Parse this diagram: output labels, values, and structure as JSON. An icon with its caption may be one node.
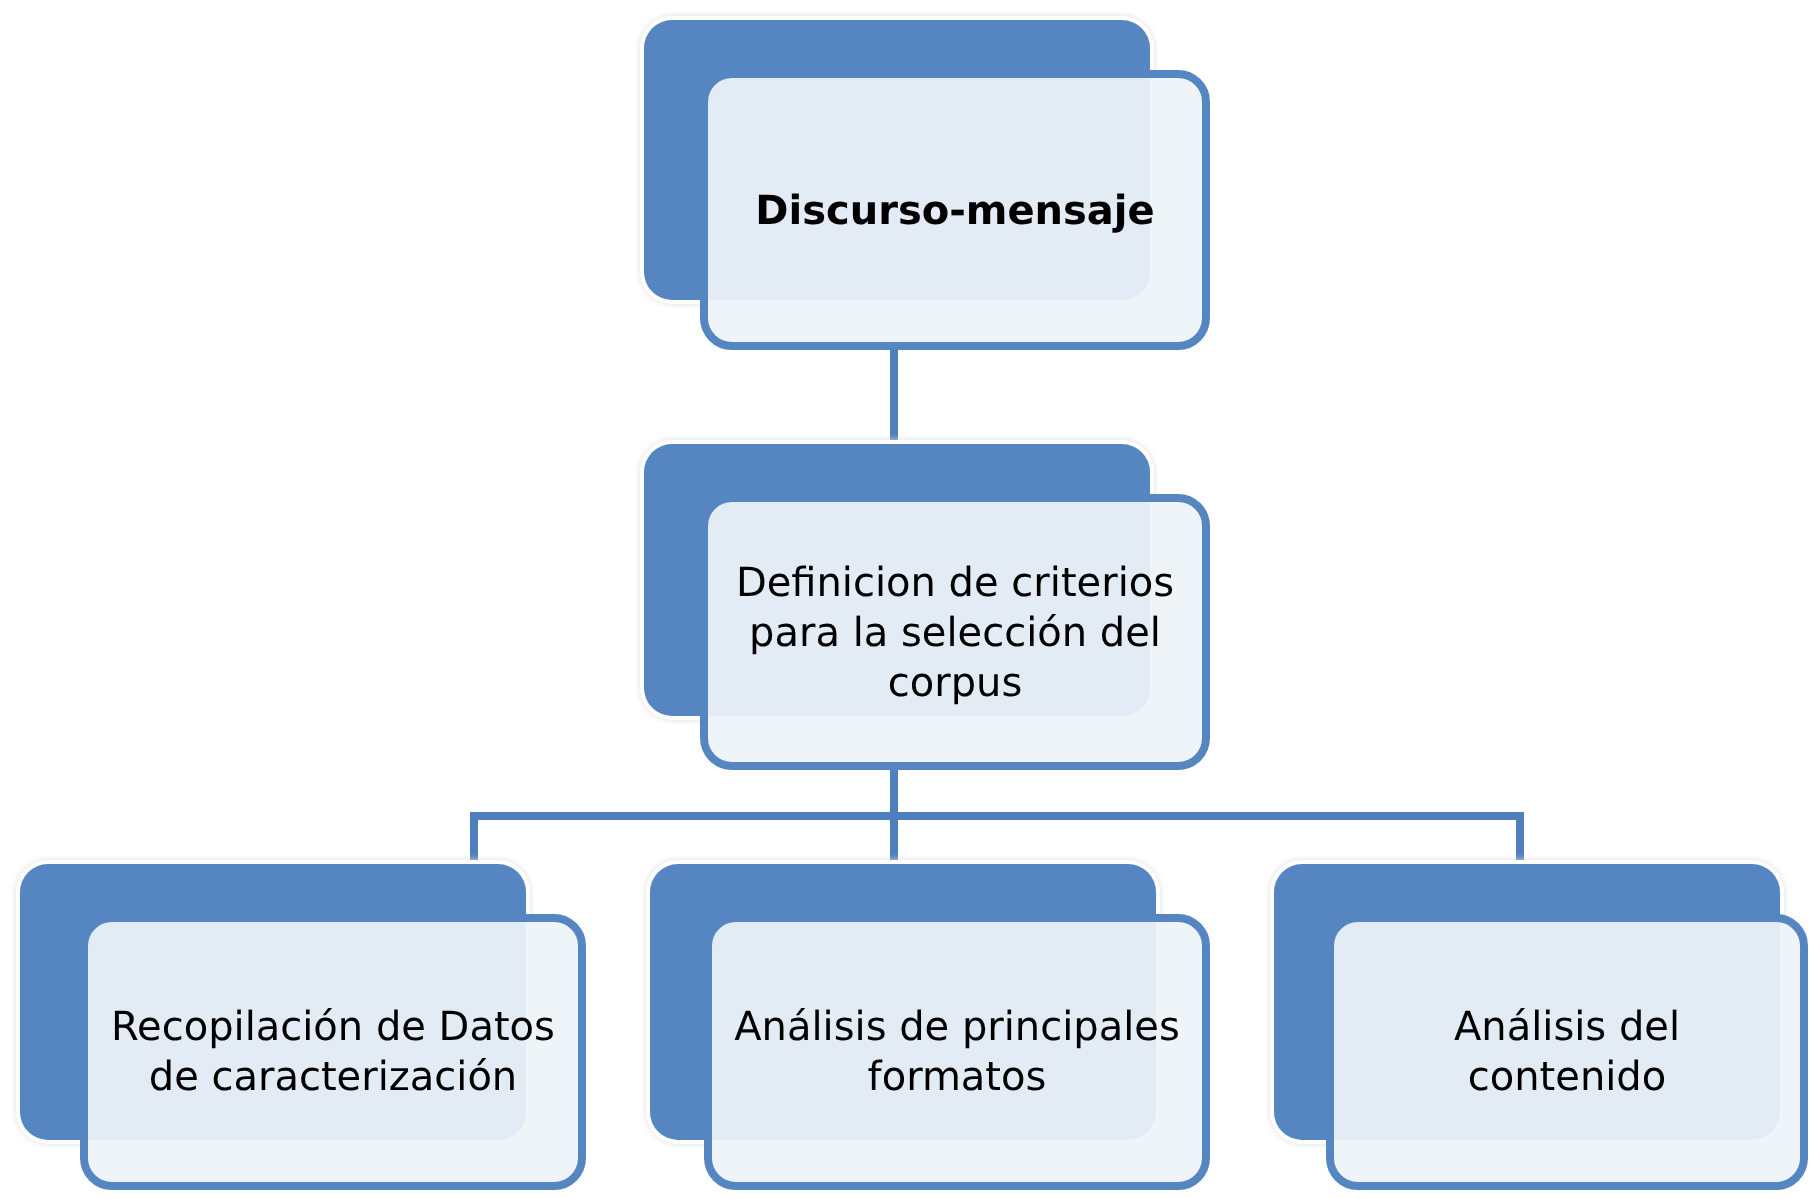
{
  "diagram": {
    "nodes": [
      {
        "text": [
          "Discurso-mensaje"
        ]
      },
      {
        "text": [
          "Definicion de criterios para la selección del corpus"
        ]
      },
      {
        "text": [
          "Recopilación de Datos de caracterización"
        ]
      },
      {
        "text": [
          "Análisis de principales formatos"
        ]
      },
      {
        "text": [
          "Análisis del contenido"
        ]
      }
    ],
    "edges": [
      {
        "from": 0,
        "to": 1,
        "arrow": "none"
      },
      {
        "from": 1,
        "to": 2,
        "arrow": "none"
      },
      {
        "from": 1,
        "to": 3,
        "arrow": "none"
      },
      {
        "from": 1,
        "to": 4,
        "arrow": "none"
      }
    ]
  }
}
